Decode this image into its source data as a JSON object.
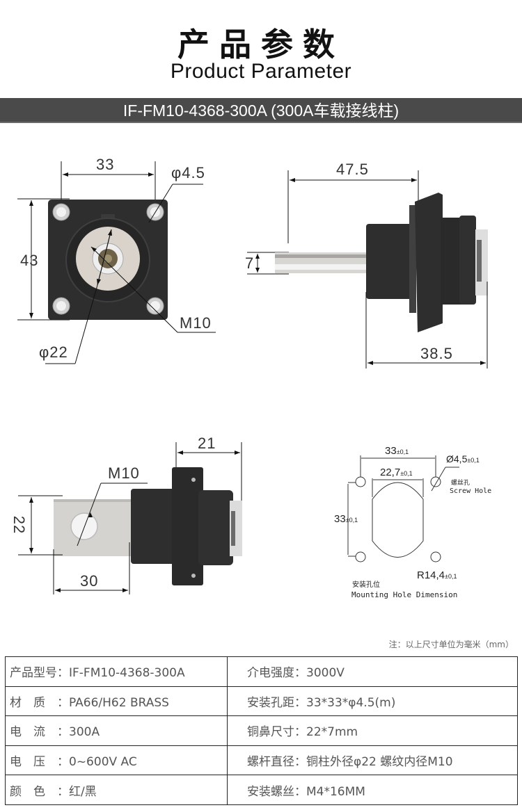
{
  "header": {
    "title_cn": "产品参数",
    "title_en": "Product Parameter",
    "banner": "IF-FM10-4368-300A (300A车载接线柱)"
  },
  "colors": {
    "banner_bg": "#4a4a4a",
    "product_black": "#2e2e2e",
    "metal_silver": "#d8d6d2",
    "brass": "#8a7a55"
  },
  "front_view": {
    "width_dim": "33",
    "hole_dim": "φ4.5",
    "height_dim": "43",
    "thread_dim": "M10",
    "diameter_dim": "φ22"
  },
  "side_view": {
    "total_length": "47.5",
    "body_length": "38.5",
    "tab_thickness": "7"
  },
  "top_view": {
    "flange_depth": "21",
    "thread_dim": "M10",
    "tab_width": "22",
    "tab_length": "30"
  },
  "mounting_drawing": {
    "hole_spacing_h": "33",
    "hole_spacing_h_tol": "±0,1",
    "hole_dia": "Ø4,5",
    "hole_dia_tol": "±0,1",
    "cutout_width": "22,7",
    "cutout_width_tol": "±0,1",
    "hole_spacing_v": "33",
    "hole_spacing_v_tol": "±0,1",
    "radius": "R14,4",
    "radius_tol": "±0,1",
    "screw_hole_cn": "螺丝孔",
    "screw_hole_en": "Screw Hole",
    "caption_cn": "安装孔位",
    "caption_en": "Mounting Hole Dimension"
  },
  "note": "注：以上尺寸单位为毫米（mm）",
  "specs": {
    "rows": [
      {
        "left_label": "产品型号：",
        "left_value": "IF-FM10-4368-300A",
        "right_label": "介电强度：",
        "right_value": "3000V"
      },
      {
        "left_label": "材　质　：",
        "left_value": "PA66/H62 BRASS",
        "right_label": "安装孔距：",
        "right_value": "33*33*φ4.5(m)"
      },
      {
        "left_label": "电　流　：",
        "left_value": "300A",
        "right_label": "铜鼻尺寸：",
        "right_value": "22*7mm"
      },
      {
        "left_label": "电　压　：",
        "left_value": "0~600V AC",
        "right_label": "螺杆直径：",
        "right_value": "铜柱外径φ22 螺纹内径M10"
      },
      {
        "left_label": "颜　色　：",
        "left_value": "红/黑",
        "right_label": "安装螺丝：",
        "right_value": "M4*16MM"
      }
    ]
  }
}
